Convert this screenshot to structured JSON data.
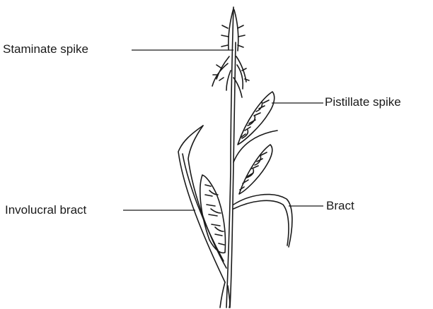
{
  "labels": {
    "staminate": "Staminate spike",
    "pistillate": "Pistillate spike",
    "bract": "Bract",
    "involucral": "Involucral bract"
  }
}
